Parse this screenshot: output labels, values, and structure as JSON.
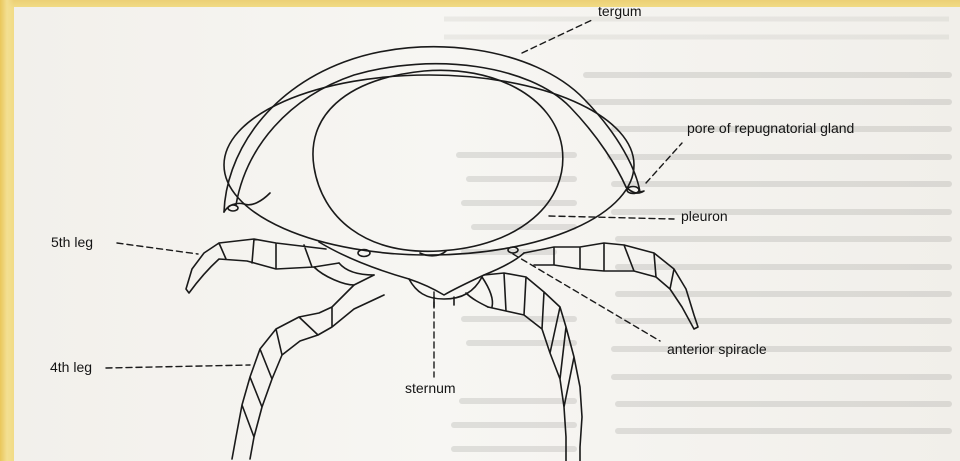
{
  "diagram": {
    "labels": {
      "tergum": "tergum",
      "pore": "pore of repugnatorial gland",
      "pleuron": "pleuron",
      "leg5": "5th leg",
      "leg4": "4th leg",
      "sternum": "sternum",
      "spiracle": "anterior spiracle"
    },
    "colors": {
      "background": "#f1dc86",
      "paper": "#f5f4f0",
      "ink": "#1a1a1a",
      "bleed_through": "#8a8884"
    }
  }
}
